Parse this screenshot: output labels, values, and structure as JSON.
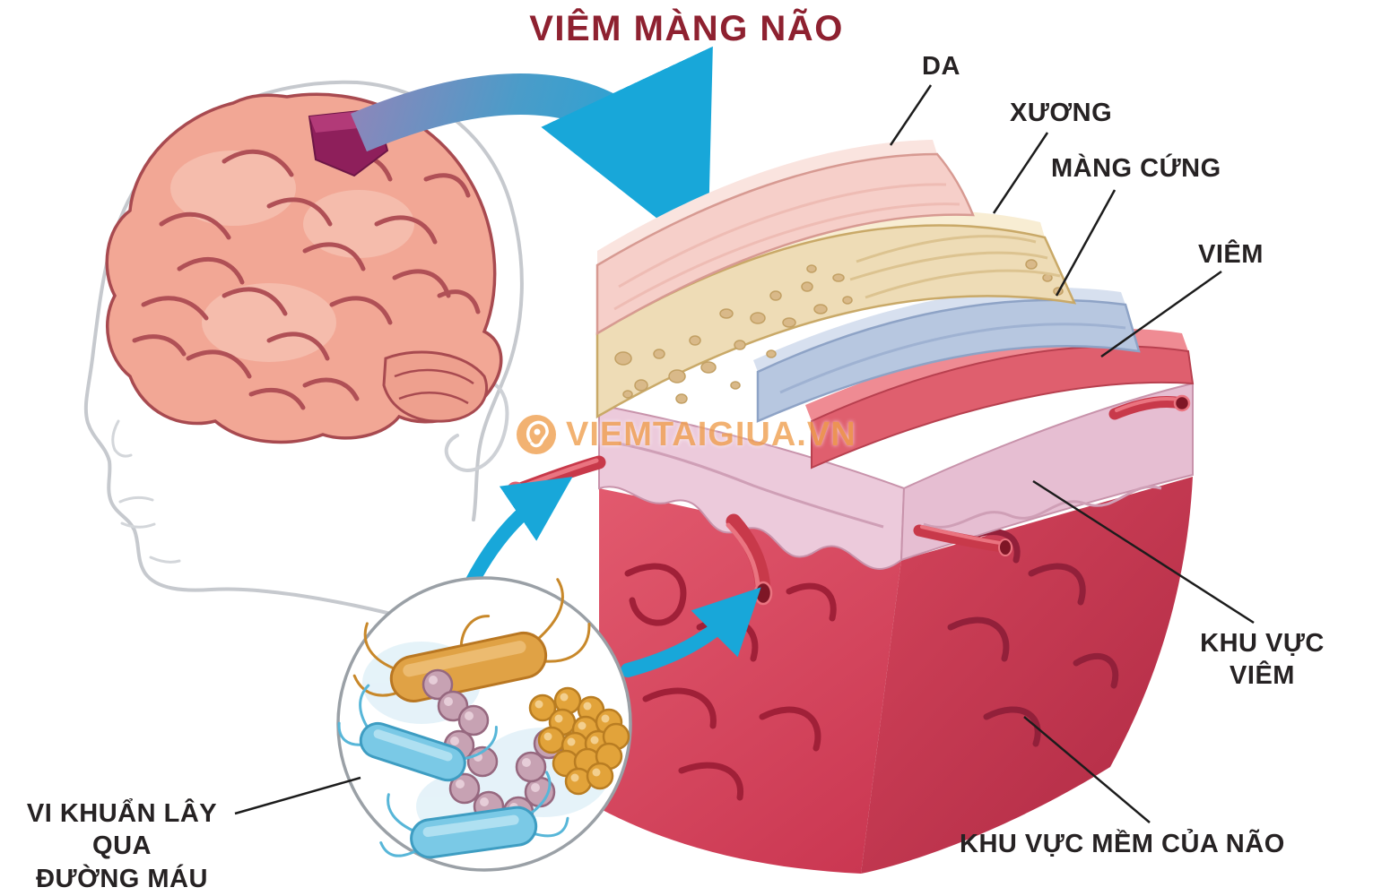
{
  "title": "VIÊM MÀNG NÃO",
  "watermark": {
    "text": "VIEMTAIGIUA.VN",
    "icon": "ear-icon"
  },
  "labels": {
    "skin": "DA",
    "bone": "XƯƠNG",
    "dura": "MÀNG CỨNG",
    "inflammation": "VIÊM",
    "inflamed_area_line1": "KHU VỰC",
    "inflamed_area_line2": "VIÊM",
    "soft_brain_area": "KHU VỰC MỀM CỦA NÃO",
    "bacteria_line1": "VI KHUẨN LÂY QUA",
    "bacteria_line2": "ĐƯỜNG MÁU"
  },
  "colors": {
    "title_color": "#8e2130",
    "label_text": "#262223",
    "arrow_cyan": "#18a7d9",
    "watermark_orange": "#f0a050",
    "skin_layer": "#f6cfc9",
    "bone_layer": "#eedcb6",
    "dura_layer": "#b7c7e0",
    "inflamed_layer": "#df5f6e",
    "membrane_layer": "#eccadb",
    "brain_tissue": "#d84b60",
    "brain_pink": "#f2a795"
  }
}
